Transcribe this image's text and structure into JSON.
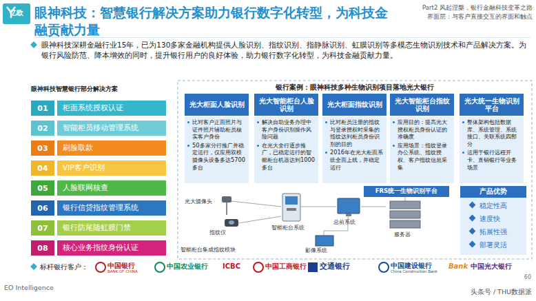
{
  "diagram": {
    "title": "眼神科技：智慧银行解决方案助力银行数字化转型，为科技金融贡献力量",
    "nodes": [
      {
        "text": [
          "01",
          "柜面系统授权认证"
        ]
      },
      {
        "text": [
          "02",
          "智能柜员移动管理系统"
        ]
      },
      {
        "text": [
          "03",
          "刷脸取款"
        ]
      },
      {
        "text": [
          "04",
          "VIP客户识别"
        ]
      },
      {
        "text": [
          "05",
          "人脸联网核查"
        ]
      },
      {
        "text": [
          "06",
          "银行信贷指纹管理系统"
        ]
      },
      {
        "text": [
          "07",
          "银行防尾随虹膜门禁"
        ]
      },
      {
        "text": [
          "08",
          "核心业务指纹身份认证"
        ]
      },
      {
        "text": [
          "银行案例：眼神科技多种生物识别项目落地光大银行"
        ]
      },
      {
        "text": [
          "光大柜面人脸识别",
          "比对客户正面照片与证件照片辅助柜员核实客户身份",
          "50多家分行推广并稳定运行，仅应用双模摄像头设备多达5700多台"
        ],
        "in": 8
      },
      {
        "text": [
          "光大智能柜台人脸识别",
          "解决自助业务办理中客户身份识别操作风险问题",
          "在光大全行逐步推广，已稳定运行的智能柜台机器达到1000多台"
        ],
        "in": 8
      },
      {
        "text": [
          "光大柜面指纹识别",
          "比对柜员注册的指纹与登录授权时采集的指纹达到柜员身份识别的目的",
          "2016年在光大柜面系统全面上线，并稳定运行"
        ],
        "in": 8
      },
      {
        "text": [
          "光大智能柜台指纹识别",
          "应用目的：提高光大授权柜员身份认证的准确度",
          "应用场景：指纹登录办公系统、指纹授权、客户指纹信息采集"
        ],
        "in": 8
      },
      {
        "text": [
          "光大统一生物识别平台",
          "整体架构包括数据库、系统管理、系统接口、关联系统四部分",
          "运用于银行远程开卡、直销银行等业务场景"
        ],
        "in": 8
      },
      {
        "text": [
          "FRS统一生物识别平台"
        ],
        "in": 8
      },
      {
        "text": [
          "产品优势",
          "稳定性高",
          "速度快",
          "拓展性强",
          "部署灵活"
        ],
        "in": 8
      }
    ],
    "labels": [
      "亿欧",
      "Part2 风起涅槃，银行金融科技变革之路",
      "界面层：与客户直接交互的界面和触点",
      "眼神科技深耕金融行业15年，已为130多家金融机构提供人脸识别、指纹识别、指静脉识别、虹膜识别等多模态生物识别技术和产品解决方案。为银行风险防范、降本增效的同时，提升银行用户的良好体验，助力银行数字化转型，为科技金融贡献力量。",
      "眼神科技智慧银行部分解决方案",
      "光大摄像头",
      "指纹仪",
      "智能柜台集成指纹模块",
      "智能柜台系统",
      "总前系统",
      "影像系统",
      "服务器",
      "标杆银行客户：",
      "中国银行",
      "BANK OF CHINA",
      "中国农业银行",
      "ICBC",
      "中国工商银行",
      "交通银行",
      "中国建设银行",
      "China Construction Bank",
      "Bank",
      "中国光大银行",
      "EO Intelligence",
      "60",
      "头条号 / THU数据派"
    ]
  }
}
